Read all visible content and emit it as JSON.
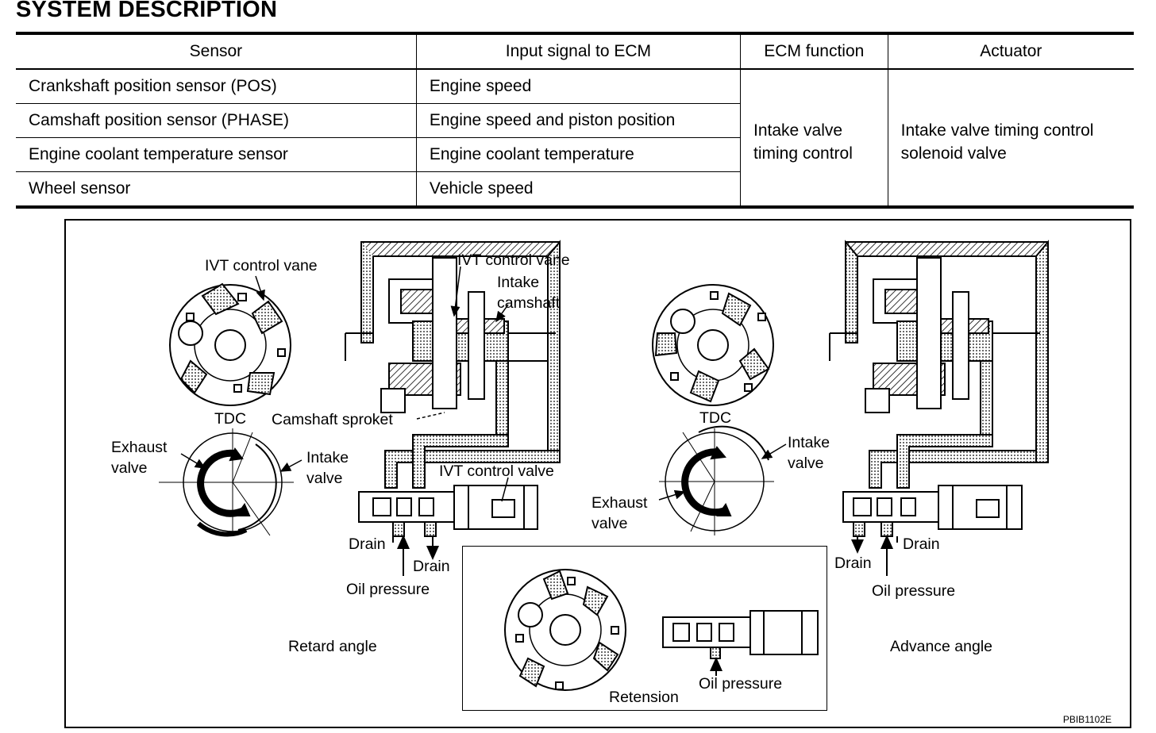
{
  "title": "SYSTEM DESCRIPTION",
  "table": {
    "headers": [
      "Sensor",
      "Input signal to ECM",
      "ECM function",
      "Actuator"
    ],
    "rows": [
      {
        "sensor": "Crankshaft position sensor (POS)",
        "input": "Engine speed"
      },
      {
        "sensor": "Camshaft position sensor (PHASE)",
        "input": "Engine speed and piston position"
      },
      {
        "sensor": "Engine coolant temperature sensor",
        "input": "Engine coolant temperature"
      },
      {
        "sensor": "Wheel sensor",
        "input": "Vehicle speed"
      }
    ],
    "ecm_function_line1": "Intake valve",
    "ecm_function_line2": "timing control",
    "actuator_line1": "Intake valve timing control",
    "actuator_line2": "solenoid valve"
  },
  "diagram": {
    "labels": {
      "ivt_vane_left": "IVT control vane",
      "ivt_vane_center": "IVT control vane",
      "intake": "Intake",
      "camshaft": "camshaft",
      "camshaft_sproket": "Camshaft sproket",
      "tdc_left": "TDC",
      "exhaust_left_1": "Exhaust",
      "exhaust_left_2": "valve",
      "intake_left_1": "Intake",
      "intake_left_2": "valve",
      "ivt_control_valve": "IVT control valve",
      "drain_1": "Drain",
      "drain_2": "Drain",
      "oil_pressure_left": "Oil pressure",
      "retard_angle": "Retard angle",
      "tdc_right": "TDC",
      "intake_right_1": "Intake",
      "intake_right_2": "valve",
      "exhaust_right_1": "Exhaust",
      "exhaust_right_2": "valve",
      "drain_3": "Drain",
      "drain_4": "Drain",
      "oil_pressure_right": "Oil pressure",
      "advance_angle": "Advance angle",
      "oil_pressure_center": "Oil pressure",
      "retension": "Retension"
    },
    "figure_code": "PBIB1102E"
  }
}
